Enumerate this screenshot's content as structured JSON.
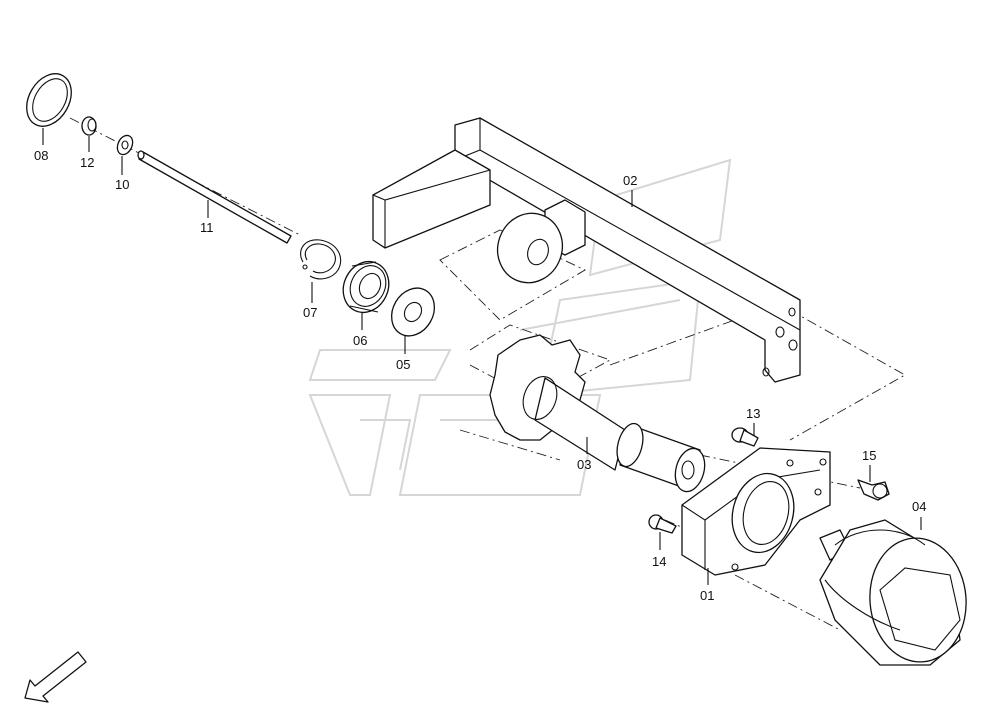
{
  "diagram": {
    "labels": [
      {
        "id": "08",
        "text": "08"
      },
      {
        "id": "12",
        "text": "12"
      },
      {
        "id": "10",
        "text": "10"
      },
      {
        "id": "11",
        "text": "11"
      },
      {
        "id": "07",
        "text": "07"
      },
      {
        "id": "06",
        "text": "06"
      },
      {
        "id": "05",
        "text": "05"
      },
      {
        "id": "02",
        "text": "02"
      },
      {
        "id": "03",
        "text": "03"
      },
      {
        "id": "13",
        "text": "13"
      },
      {
        "id": "15",
        "text": "15"
      },
      {
        "id": "14",
        "text": "14"
      },
      {
        "id": "01",
        "text": "01"
      },
      {
        "id": "04",
        "text": "04"
      }
    ]
  }
}
